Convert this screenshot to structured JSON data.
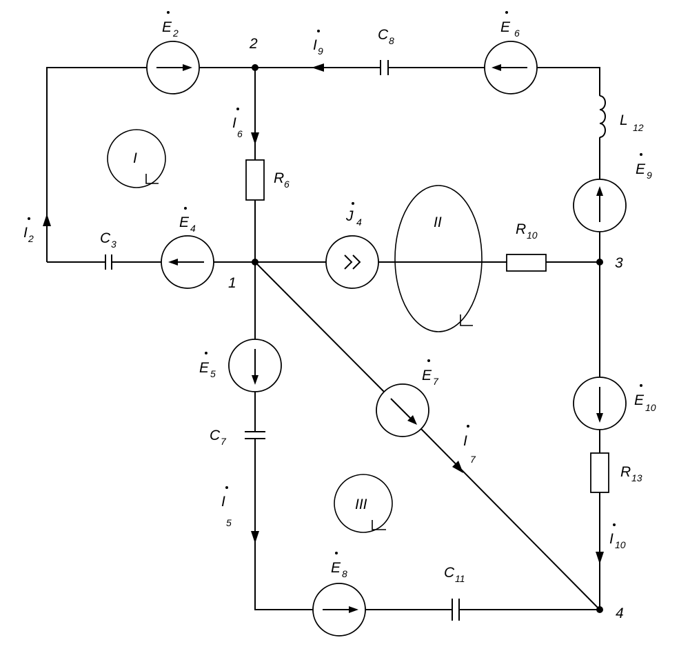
{
  "nodes": {
    "n1": "1",
    "n2": "2",
    "n3": "3",
    "n4": "4"
  },
  "loops": {
    "loop1": "I",
    "loop2": "II",
    "loop3": "III"
  },
  "sources": {
    "E2": {
      "main": "E",
      "sub": "2"
    },
    "E4": {
      "main": "E",
      "sub": "4"
    },
    "E5": {
      "main": "E",
      "sub": "5"
    },
    "E6": {
      "main": "E",
      "sub": "6"
    },
    "E7": {
      "main": "E",
      "sub": "7"
    },
    "E8": {
      "main": "E",
      "sub": "8"
    },
    "E9": {
      "main": "E",
      "sub": "9"
    },
    "E10": {
      "main": "E",
      "sub": "10"
    },
    "J4": {
      "main": "J",
      "sub": "4"
    }
  },
  "currents": {
    "I2": {
      "main": "I",
      "sub": "2"
    },
    "I5": {
      "main": "I",
      "sub": "5"
    },
    "I6": {
      "main": "I",
      "sub": "6"
    },
    "I7": {
      "main": "I",
      "sub": "7"
    },
    "I9": {
      "main": "I",
      "sub": "9"
    },
    "I10": {
      "main": "I",
      "sub": "10"
    }
  },
  "passives": {
    "C3": {
      "main": "C",
      "sub": "3"
    },
    "C7": {
      "main": "C",
      "sub": "7"
    },
    "C8": {
      "main": "C",
      "sub": "8"
    },
    "C11": {
      "main": "C",
      "sub": "11"
    },
    "R6": {
      "main": "R",
      "sub": "6"
    },
    "R10": {
      "main": "R",
      "sub": "10"
    },
    "R13": {
      "main": "R",
      "sub": "13"
    },
    "L12": {
      "main": "L",
      "sub": "12"
    }
  }
}
